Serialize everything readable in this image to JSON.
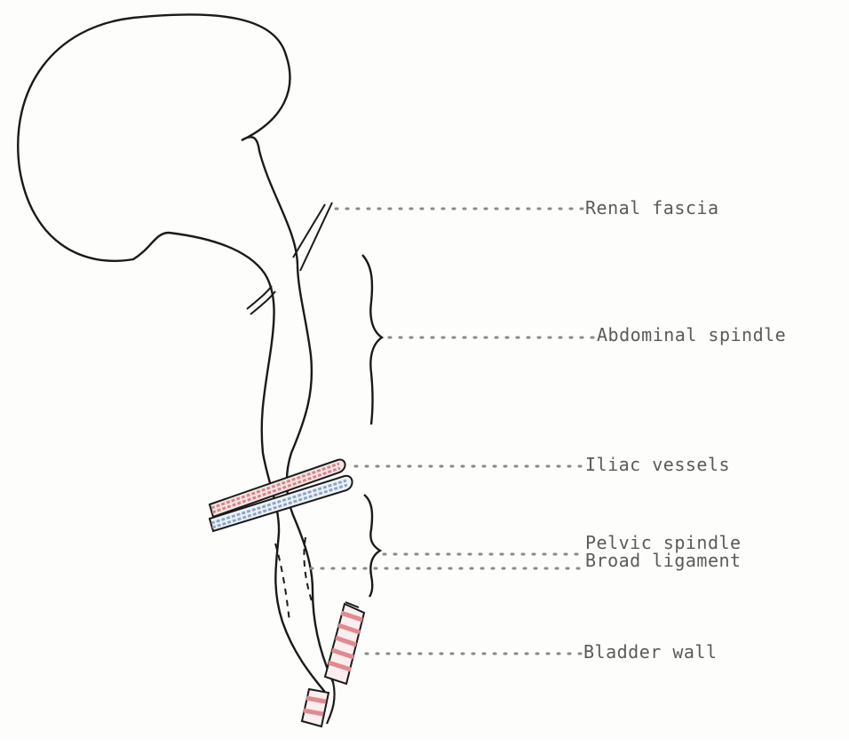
{
  "labels": {
    "renal_fascia": "Renal fascia",
    "abdominal_spindle": "Abdominal spindle",
    "iliac_vessels": "Iliac vessels",
    "pelvic_spindle": "Pelvic spindle",
    "broad_ligament": "Broad ligament",
    "bladder_wall": "Bladder wall"
  },
  "colors": {
    "ink": "#1a1a1a",
    "leader_dots": "#8a8a8a",
    "label_text": "#5a5a5a",
    "artery_red": "#d9868a",
    "vein_blue": "#8fa6c8",
    "bladder_red": "#e08a90"
  }
}
